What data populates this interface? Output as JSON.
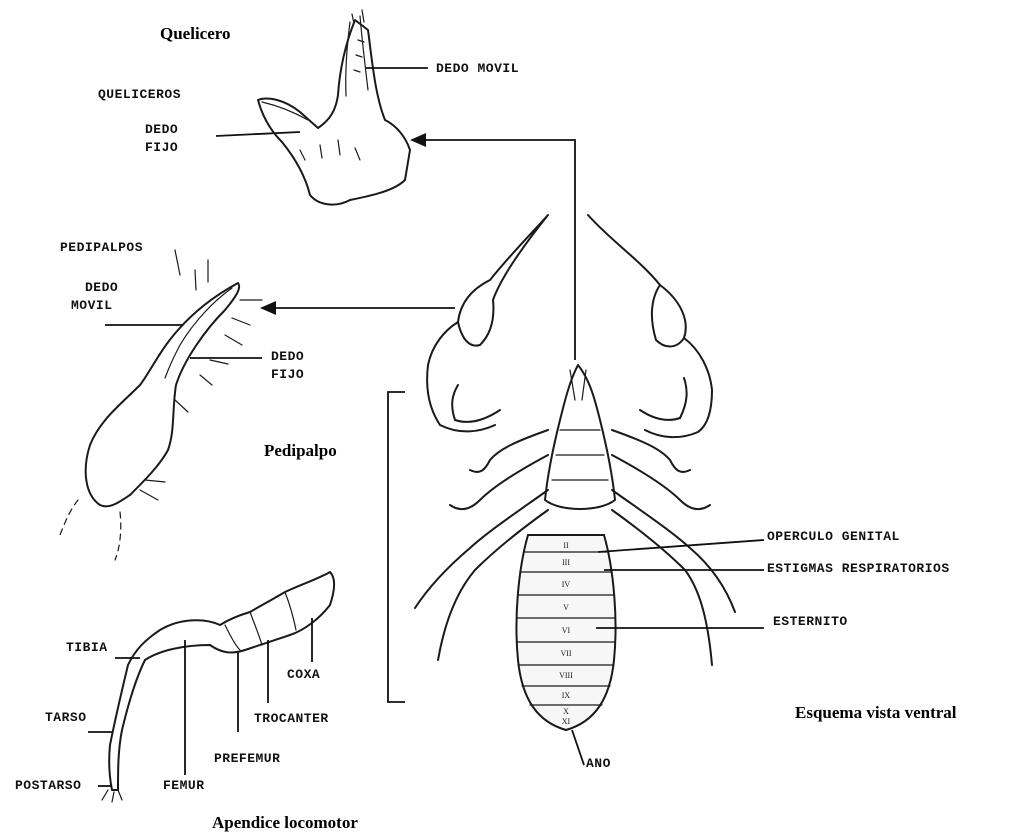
{
  "titles": {
    "chelicera": "Quelicero",
    "pedipalp": "Pedipalpo",
    "leg": "Apendice locomotor",
    "ventral": "Esquema vista ventral"
  },
  "labels": {
    "queliceros": "QUELICEROS",
    "dedo_movil_chel": "DEDO MOVIL",
    "dedo_fijo_chel_1": "DEDO",
    "dedo_fijo_chel_2": "FIJO",
    "pedipalpos": "PEDIPALPOS",
    "dedo_movil_ped_1": "DEDO",
    "dedo_movil_ped_2": "MOVIL",
    "dedo_fijo_ped_1": "DEDO",
    "dedo_fijo_ped_2": "FIJO",
    "tibia": "TIBIA",
    "tarso": "TARSO",
    "postarso": "POSTARSO",
    "femur": "FEMUR",
    "prefemur": "PREFEMUR",
    "trocanter": "TROCANTER",
    "coxa": "COXA",
    "operculo": "OPERCULO GENITAL",
    "estigmas": "ESTIGMAS RESPIRATORIOS",
    "esternito": "ESTERNITO",
    "ano": "ANO"
  },
  "segments": [
    "II",
    "III",
    "IV",
    "V",
    "VI",
    "VII",
    "VIII",
    "IX",
    "X",
    "XI"
  ]
}
